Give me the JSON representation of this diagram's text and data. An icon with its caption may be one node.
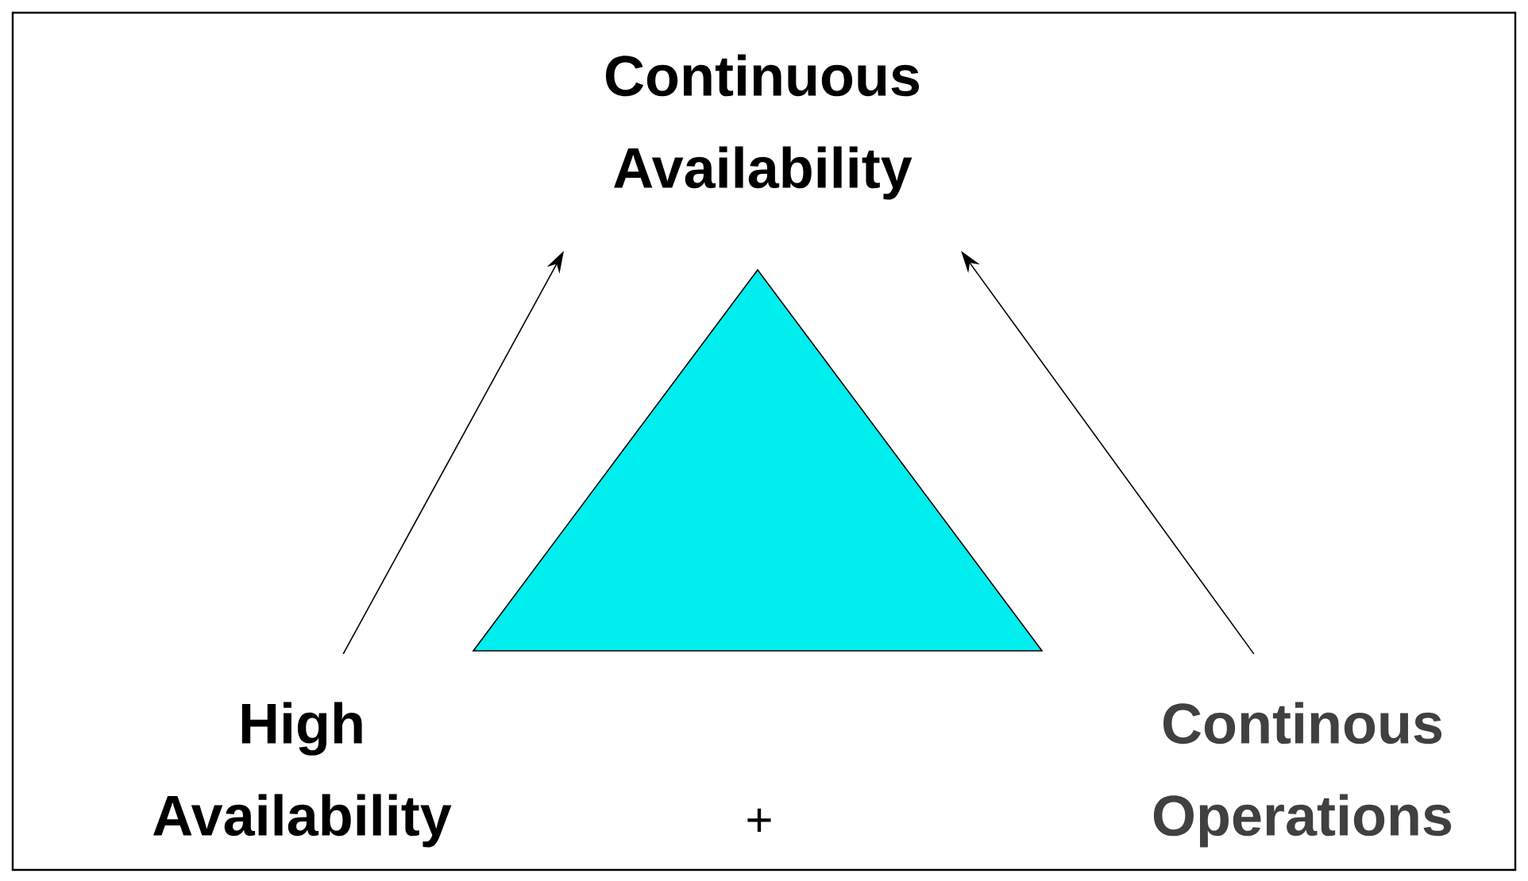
{
  "diagram": {
    "nodes": [
      {
        "text": [
          "Continuous Availability"
        ]
      },
      {
        "text": [
          "High Availability"
        ]
      },
      {
        "text": [
          "Continous Operations"
        ]
      }
    ],
    "edges": [
      {
        "from": 1,
        "to": 0,
        "arrow": "to"
      },
      {
        "from": 2,
        "to": 0,
        "arrow": "to"
      }
    ],
    "labels": [
      "+"
    ]
  }
}
